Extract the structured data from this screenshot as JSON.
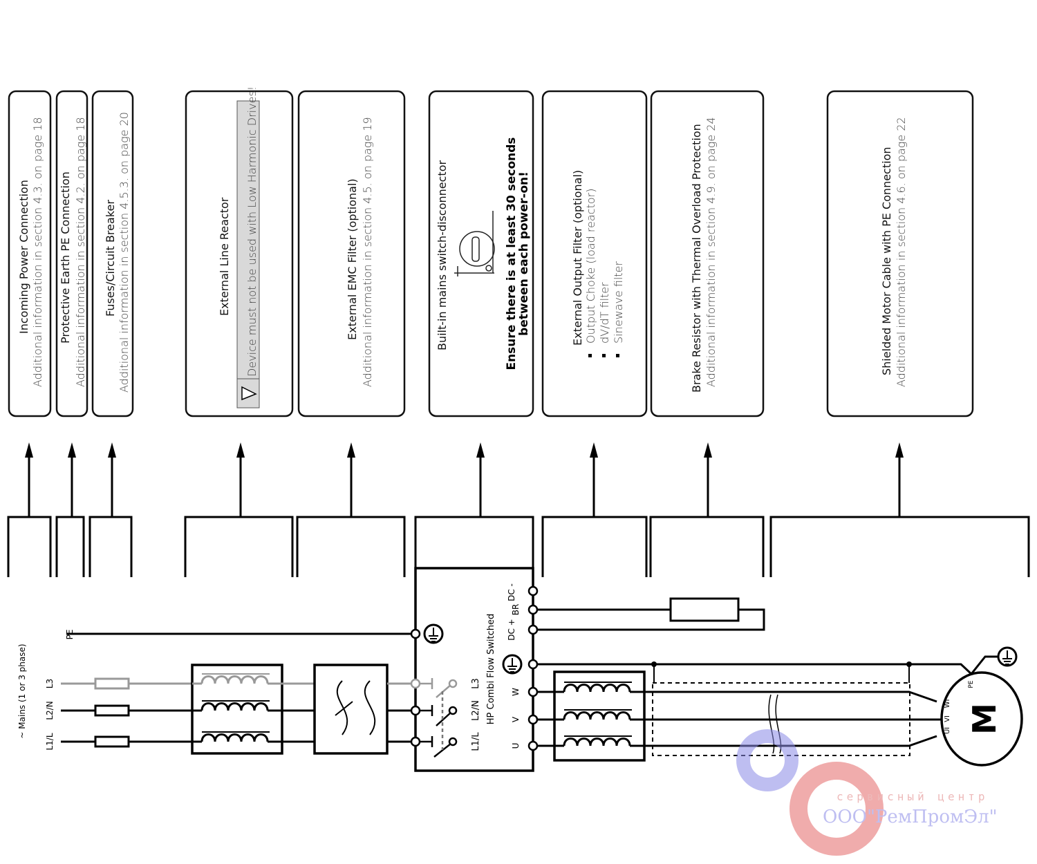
{
  "boxes": [
    {
      "title": "Incoming Power Connection",
      "info": "Additional information in section 4.3. on page 18"
    },
    {
      "title": "Protective Earth PE Connection",
      "info": "Additional information in section 4.2. on page 18"
    },
    {
      "title": "Fuses/Circuit Breaker",
      "info": "Additional information in section 4.5.3. on page 20"
    },
    {
      "title": "External Line Reactor",
      "warning": "Device must not be used with Low Harmonic Drives!"
    },
    {
      "title": "External EMC Filter (optional)",
      "info": "Additional information in section 4.5. on page 19"
    },
    {
      "title": "Built-in mains switch-disconnector",
      "notice_line1": "Ensure there is at least 30 seconds",
      "notice_line2": "between each power-on!"
    },
    {
      "title": "External Output Filter (optional)",
      "items": [
        "Output Choke (load reactor)",
        "dV/dT filter",
        "Sinewave filter"
      ]
    },
    {
      "title": "Brake Resistor with Thermal Overload Protection",
      "info": "Additional information in section 4.9. on page 24"
    },
    {
      "title": "Shielded Motor Cable with PE Connection",
      "info": "Additional information in section 4.6. on page 22"
    }
  ],
  "schematic": {
    "mains_label": "~ Mains (1 or 3 phase)",
    "pe": "PE",
    "phases": [
      "L1/L",
      "L2/N",
      "L3"
    ],
    "drive_name": "HP Combi Flow Switched",
    "drive_inputs": [
      "L1/L",
      "L2/N",
      "L3"
    ],
    "outputs": [
      "U",
      "V",
      "W"
    ],
    "dc_minus": "DC -",
    "br": "BR",
    "dc_plus": "DC +",
    "motor_terminals": [
      "UI",
      "VI",
      "WI"
    ],
    "motor_pe": "PE",
    "motor": "M"
  },
  "watermark": {
    "line1": "сервисный центр",
    "line2": "ООО\"РемПромЭл\""
  },
  "colors": {
    "gray_phase": "#999999",
    "warning_bg": "#d9d9d9"
  }
}
